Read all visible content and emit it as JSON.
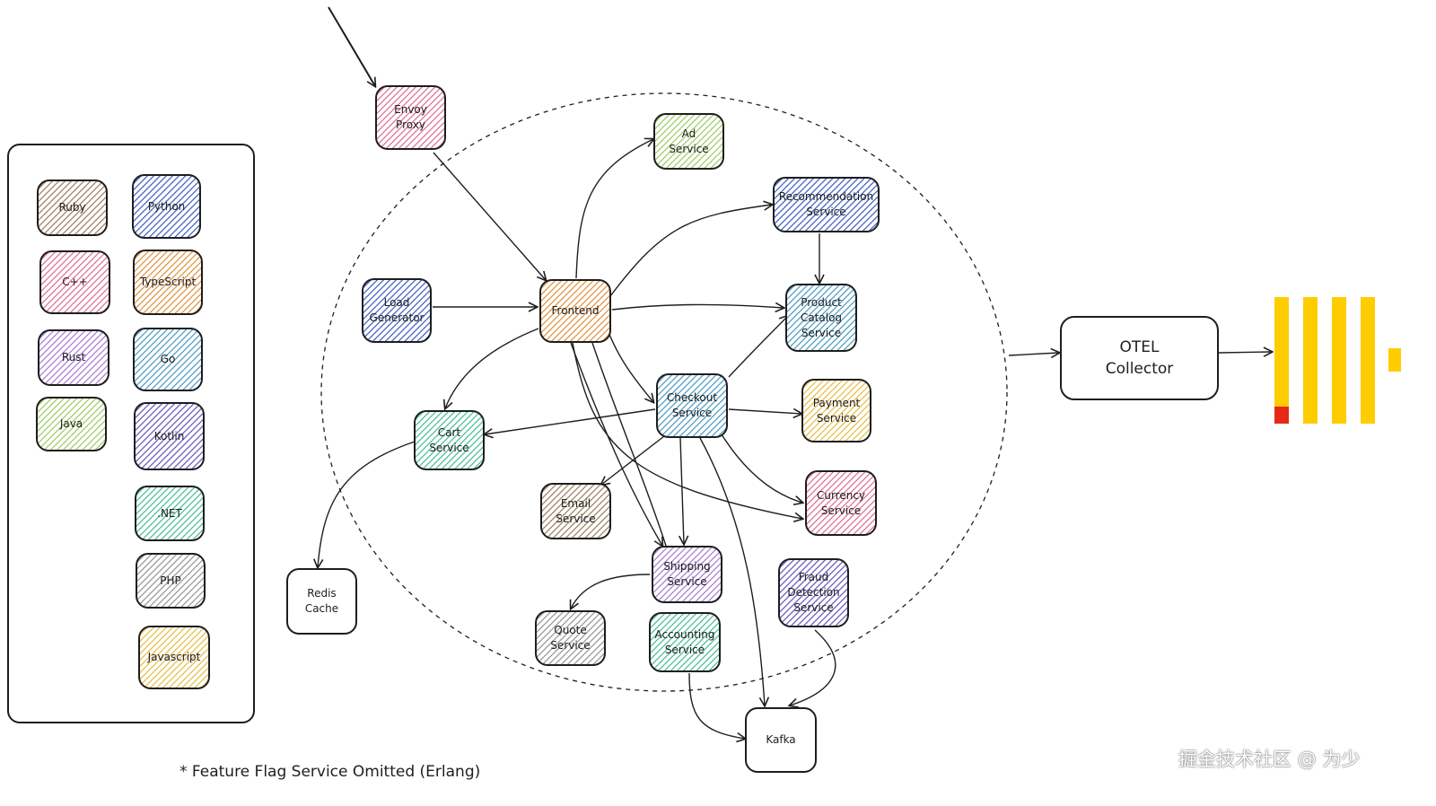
{
  "legend": {
    "languages": [
      {
        "label": "Ruby",
        "color": "#a98f75"
      },
      {
        "label": "Python",
        "color": "#5a73c7"
      },
      {
        "label": "C++",
        "color": "#e2829f"
      },
      {
        "label": "TypeScript",
        "color": "#e5a058"
      },
      {
        "label": "Rust",
        "color": "#b58cd8"
      },
      {
        "label": "Go",
        "color": "#65a7c9"
      },
      {
        "label": "Java",
        "color": "#a9d27a"
      },
      {
        "label": "Kotlin",
        "color": "#7c6cc4"
      },
      {
        "label": ".NET",
        "color": "#5fc7a2"
      },
      {
        "label": "PHP",
        "color": "#a4a4a4"
      },
      {
        "label": "Javascript",
        "color": "#e8c65e"
      }
    ]
  },
  "services": {
    "envoy_proxy": {
      "label": "Envoy\nProxy",
      "lang": "C++"
    },
    "ad_service": {
      "label": "Ad\nService",
      "lang": "Java"
    },
    "recommendation_service": {
      "label": "Recommendation\nService",
      "lang": "Python"
    },
    "load_generator": {
      "label": "Load\nGenerator",
      "lang": "Python"
    },
    "frontend": {
      "label": "Frontend",
      "lang": "TypeScript"
    },
    "product_catalog_service": {
      "label": "Product\nCatalog\nService",
      "lang": "Go"
    },
    "checkout_service": {
      "label": "Checkout\nService",
      "lang": "Go"
    },
    "payment_service": {
      "label": "Payment\nService",
      "lang": "Javascript"
    },
    "cart_service": {
      "label": "Cart\nService",
      "lang": ".NET"
    },
    "email_service": {
      "label": "Email\nService",
      "lang": "Ruby"
    },
    "currency_service": {
      "label": "Currency\nService",
      "lang": "C++"
    },
    "shipping_service": {
      "label": "Shipping\nService",
      "lang": "Rust"
    },
    "fraud_detection_service": {
      "label": "Fraud\nDetection\nService",
      "lang": "Kotlin"
    },
    "quote_service": {
      "label": "Quote\nService",
      "lang": "PHP"
    },
    "accounting_service": {
      "label": "Accounting\nService",
      "lang": ".NET"
    },
    "redis_cache": {
      "label": "Redis\nCache",
      "lang": ""
    },
    "kafka": {
      "label": "Kafka",
      "lang": ""
    }
  },
  "otel_collector": {
    "label": "OTEL\nCollector"
  },
  "footnote": "* Feature Flag Service Omitted (Erlang)",
  "watermark": "掘金技术社区 @ 为少",
  "colors": {
    "stroke": "#1e1e1e",
    "logo_yellow": "#ffcc00",
    "logo_red": "#e52a1a"
  }
}
